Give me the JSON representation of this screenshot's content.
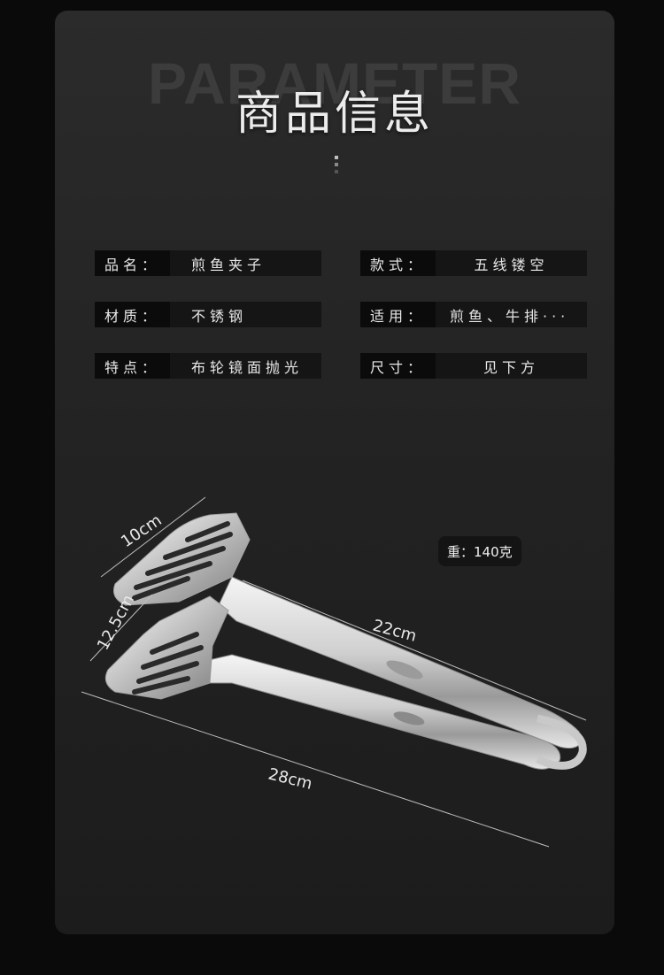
{
  "header": {
    "watermark": "PARAMETER",
    "title": "商品信息"
  },
  "params": [
    {
      "label": "品名：",
      "value": "煎鱼夹子"
    },
    {
      "label": "款式：",
      "value": "五线镂空"
    },
    {
      "label": "材质：",
      "value": "不锈钢"
    },
    {
      "label": "适用：",
      "value": "煎鱼、牛排···"
    },
    {
      "label": "特点：",
      "value": "布轮镜面抛光"
    },
    {
      "label": "尺寸：",
      "value": "见下方"
    }
  ],
  "product": {
    "weight": "重：140克",
    "dimensions": {
      "head_width": "10cm",
      "head_length": "12.5cm",
      "handle_length": "22cm",
      "total_length": "28cm"
    }
  },
  "colors": {
    "background": "#0a0a0a",
    "card": "#262626",
    "label_bg": "#0b0b0b",
    "value_bg": "#151515",
    "text": "#e8e8e8"
  }
}
